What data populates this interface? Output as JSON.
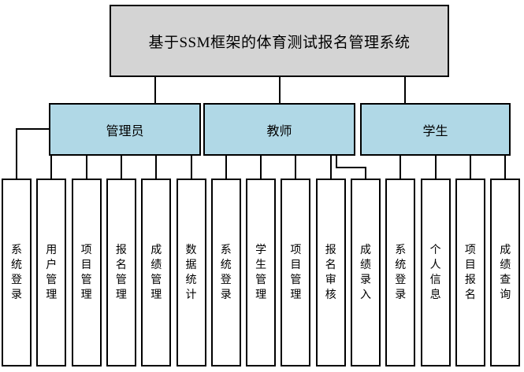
{
  "diagram": {
    "root": "基于SSM框架的体育测试报名管理系统",
    "branches": [
      {
        "label": "管理员",
        "leaves": [
          "系统登录",
          "用户管理",
          "项目管理",
          "报名管理",
          "成绩管理",
          "数据统计"
        ]
      },
      {
        "label": "教师",
        "leaves": [
          "系统登录",
          "学生管理",
          "项目管理",
          "报名审核",
          "成绩录入"
        ]
      },
      {
        "label": "学生",
        "leaves": [
          "系统登录",
          "个人信息",
          "项目报名",
          "成绩查询"
        ]
      }
    ],
    "colors": {
      "root_fill": "#d4d4d4",
      "branch_fill": "#b0d8e6",
      "leaf_fill": "#ffffff",
      "line": "#000000"
    }
  }
}
